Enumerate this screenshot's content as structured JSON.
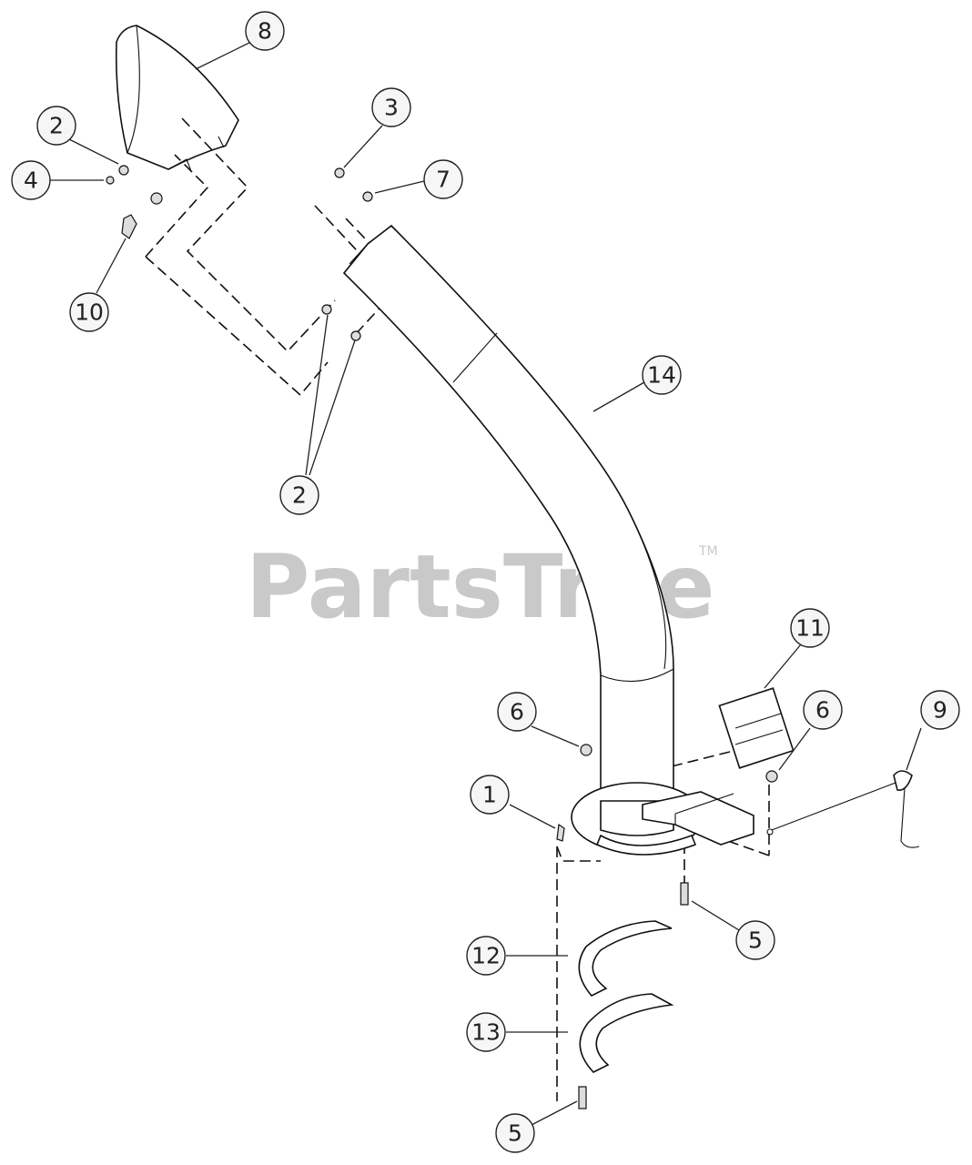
{
  "watermark": {
    "brand": "PartsTree",
    "trademark": "TM"
  },
  "callouts": [
    {
      "id": "c8",
      "label": "8"
    },
    {
      "id": "c2a",
      "label": "2"
    },
    {
      "id": "c4",
      "label": "4"
    },
    {
      "id": "c3",
      "label": "3"
    },
    {
      "id": "c7",
      "label": "7"
    },
    {
      "id": "c10",
      "label": "10"
    },
    {
      "id": "c14",
      "label": "14"
    },
    {
      "id": "c2b",
      "label": "2"
    },
    {
      "id": "c11",
      "label": "11"
    },
    {
      "id": "c6a",
      "label": "6"
    },
    {
      "id": "c6b",
      "label": "6"
    },
    {
      "id": "c9",
      "label": "9"
    },
    {
      "id": "c1",
      "label": "1"
    },
    {
      "id": "c5a",
      "label": "5"
    },
    {
      "id": "c12",
      "label": "12"
    },
    {
      "id": "c13",
      "label": "13"
    },
    {
      "id": "c5b",
      "label": "5"
    }
  ]
}
